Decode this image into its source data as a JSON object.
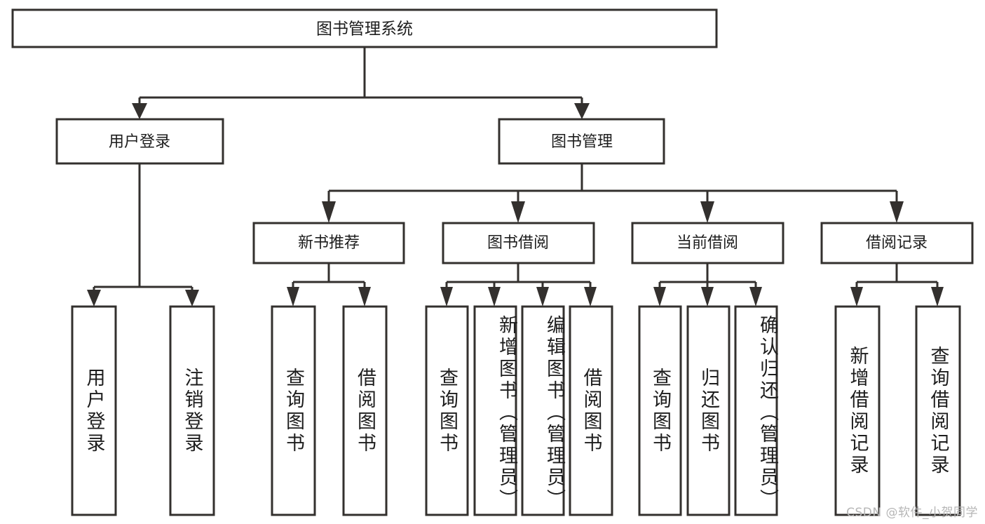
{
  "diagram": {
    "type": "hierarchy-tree",
    "title": "图书管理系统",
    "orientation": "top-down",
    "colors": {
      "box_stroke": "#33302e",
      "box_fill": "#ffffff",
      "text": "#1d1d1d",
      "connector": "#33302e",
      "watermark": "#b6b6b6",
      "background": "#ffffff"
    },
    "levels": {
      "level1": [
        "图书管理系统"
      ],
      "level2": [
        "用户登录",
        "图书管理"
      ],
      "level3": [
        "新书推荐",
        "图书借阅",
        "当前借阅",
        "借阅记录"
      ],
      "level4": [
        "用户登录",
        "注销登录",
        "查询图书",
        "借阅图书",
        "查询图书",
        "新增图书（管理员）",
        "编辑图书（管理员）",
        "借阅图书",
        "查询图书",
        "归还图书",
        "确认归还（管理员）",
        "新增借阅记录",
        "查询借阅记录"
      ]
    },
    "nodes": {
      "root": {
        "label": "图书管理系统"
      },
      "user_login": {
        "label": "用户登录"
      },
      "book_manage": {
        "label": "图书管理"
      },
      "new_book_rec": {
        "label": "新书推荐"
      },
      "book_borrow": {
        "label": "图书借阅"
      },
      "current_borrow": {
        "label": "当前借阅"
      },
      "borrow_record": {
        "label": "借阅记录"
      },
      "leaf_user_login": {
        "label": "用户登录"
      },
      "leaf_logout": {
        "label": "注销登录"
      },
      "leaf_query_book_a": {
        "label": "查询图书"
      },
      "leaf_borrow_book_a": {
        "label": "借阅图书"
      },
      "leaf_query_book_b": {
        "label": "查询图书"
      },
      "leaf_add_book": {
        "label": "新增图书（管理员）"
      },
      "leaf_edit_book": {
        "label": "编辑图书（管理员）"
      },
      "leaf_borrow_book_b": {
        "label": "借阅图书"
      },
      "leaf_query_book_c": {
        "label": "查询图书"
      },
      "leaf_return_book": {
        "label": "归还图书"
      },
      "leaf_confirm_return": {
        "label": "确认归还（管理员）"
      },
      "leaf_add_record": {
        "label": "新增借阅记录"
      },
      "leaf_query_record": {
        "label": "查询借阅记录"
      }
    }
  },
  "watermark": {
    "text": "CSDN @软件_小贺同学"
  }
}
